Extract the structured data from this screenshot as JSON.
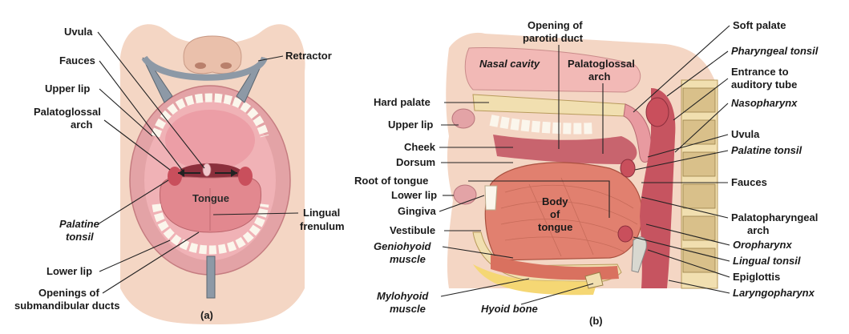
{
  "panel_a": {
    "caption": "(a)",
    "labels": {
      "uvula": "Uvula",
      "fauces": "Fauces",
      "upper_lip": "Upper lip",
      "palatoglossal_1": "Palatoglossal",
      "palatoglossal_2": "arch",
      "palatine_1": "Palatine",
      "palatine_2": "tonsil",
      "lower_lip": "Lower lip",
      "openings_1": "Openings of",
      "openings_2": "submandibular ducts",
      "retractor": "Retractor",
      "lingual_frenulum_1": "Lingual",
      "lingual_frenulum_2": "frenulum",
      "tongue": "Tongue"
    }
  },
  "panel_b": {
    "caption": "(b)",
    "labels": {
      "parotid_1": "Opening of",
      "parotid_2": "parotid duct",
      "soft_palate": "Soft palate",
      "nasal_cavity": "Nasal cavity",
      "palatoglossal_1": "Palatoglossal",
      "palatoglossal_2": "arch",
      "pharyngeal_tonsil": "Pharyngeal tonsil",
      "entrance_1": "Entrance to",
      "entrance_2": "auditory tube",
      "hard_palate": "Hard palate",
      "nasopharynx": "Nasopharynx",
      "upper_lip": "Upper lip",
      "uvula": "Uvula",
      "cheek": "Cheek",
      "palatine_tonsil": "Palatine tonsil",
      "dorsum": "Dorsum",
      "root_of_tongue": "Root of tongue",
      "fauces": "Fauces",
      "lower_lip": "Lower lip",
      "body_1": "Body",
      "body_2": "of",
      "body_3": "tongue",
      "gingiva": "Gingiva",
      "palatopharyngeal_1": "Palatopharyngeal",
      "palatopharyngeal_2": "arch",
      "vestibule": "Vestibule",
      "oropharynx": "Oropharynx",
      "geniohyoid_1": "Geniohyoid",
      "geniohyoid_2": "muscle",
      "lingual_tonsil": "Lingual tonsil",
      "epiglottis": "Epiglottis",
      "mylohyoid_1": "Mylohyoid",
      "mylohyoid_2": "muscle",
      "hyoid_bone": "Hyoid bone",
      "laryngopharynx": "Laryngopharynx"
    }
  },
  "colors": {
    "skin": "#f4d6c4",
    "lip": "#e3a3a6",
    "mouth_interior": "#f0b2b6",
    "tongue": "#e2888f",
    "muscle": "#e1806f",
    "bone": "#f1dfb0",
    "fat": "#f5d774",
    "retractor": "#8d99a6"
  }
}
